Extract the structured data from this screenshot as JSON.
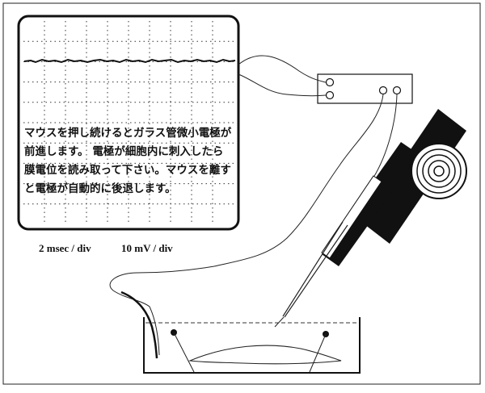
{
  "instructions": {
    "lines": [
      "マウスを押し続けるとガラス管微小電極が",
      "前進します。 電極が細胞内に刺入したら",
      "膜電位を読み取って下さい。マウスを離す",
      "と電極が自動的に後退します。"
    ]
  },
  "scale": {
    "time": "2 msec / div",
    "voltage": "10 mV / div"
  },
  "colors": {
    "ink": "#111111",
    "paper": "#ffffff"
  }
}
